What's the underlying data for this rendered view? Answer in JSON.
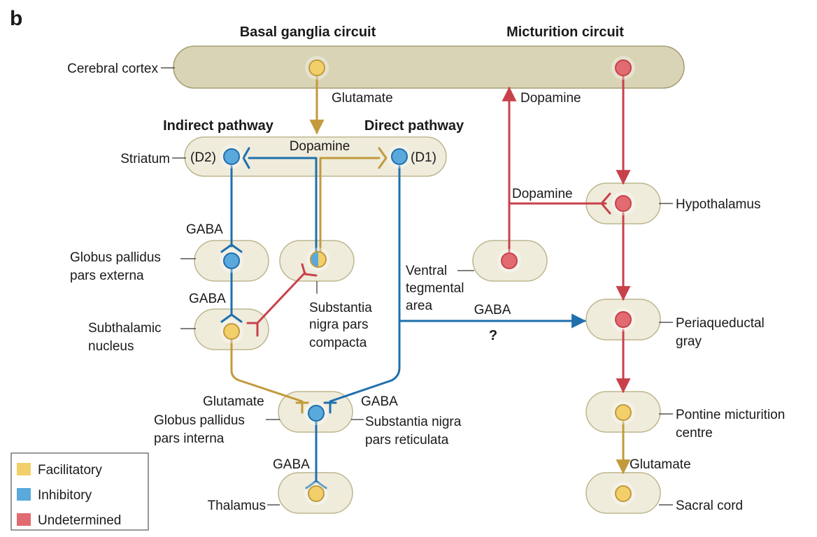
{
  "panel_label": "b",
  "headers": {
    "basal": "Basal ganglia circuit",
    "micturition": "Micturition circuit",
    "indirect": "Indirect pathway",
    "direct": "Direct pathway"
  },
  "structures": {
    "cortex": "Cerebral cortex",
    "striatum": "Striatum",
    "gpe1": "Globus pallidus",
    "gpe2": "pars externa",
    "snc1": "Substantia",
    "snc2": "nigra pars",
    "snc3": "compacta",
    "stn1": "Subthalamic",
    "stn2": "nucleus",
    "gpi1": "Globus pallidus",
    "gpi2": "pars interna",
    "snr1": "Substantia nigra",
    "snr2": "pars reticulata",
    "thalamus": "Thalamus",
    "vta1": "Ventral",
    "vta2": "tegmental",
    "vta3": "area",
    "hypothalamus": "Hypothalamus",
    "pag1": "Periaqueductal",
    "pag2": "gray",
    "pmc1": "Pontine micturition",
    "pmc2": "centre",
    "sacral": "Sacral cord"
  },
  "receptors": {
    "d2": "(D2)",
    "d1": "(D1)"
  },
  "transmitters": {
    "glut_cortex": "Glutamate",
    "dopamine_striatum": "Dopamine",
    "dopamine_cortex": "Dopamine",
    "dopamine_hypo": "Dopamine",
    "gaba_gpe": "GABA",
    "gaba_stn": "GABA",
    "gaba_pag": "GABA",
    "pag_question": "?",
    "glut_gpi": "Glutamate",
    "gaba_snr": "GABA",
    "gaba_thal": "GABA",
    "glut_sacral": "Glutamate"
  },
  "legend": {
    "items": [
      {
        "label": "Facilitatory",
        "color": "#f2cf6a"
      },
      {
        "label": "Inhibitory",
        "color": "#5aa9dc"
      },
      {
        "label": "Undetermined",
        "color": "#e26b71"
      }
    ]
  },
  "colors": {
    "facilitatory_line": "#c29a3c",
    "inhibitory_line": "#1f6fad",
    "undetermined_line": "#c8414a",
    "facilitatory_node": "#f2cf6a",
    "inhibitory_node": "#5aa9dc",
    "undetermined_node": "#e26b71"
  }
}
